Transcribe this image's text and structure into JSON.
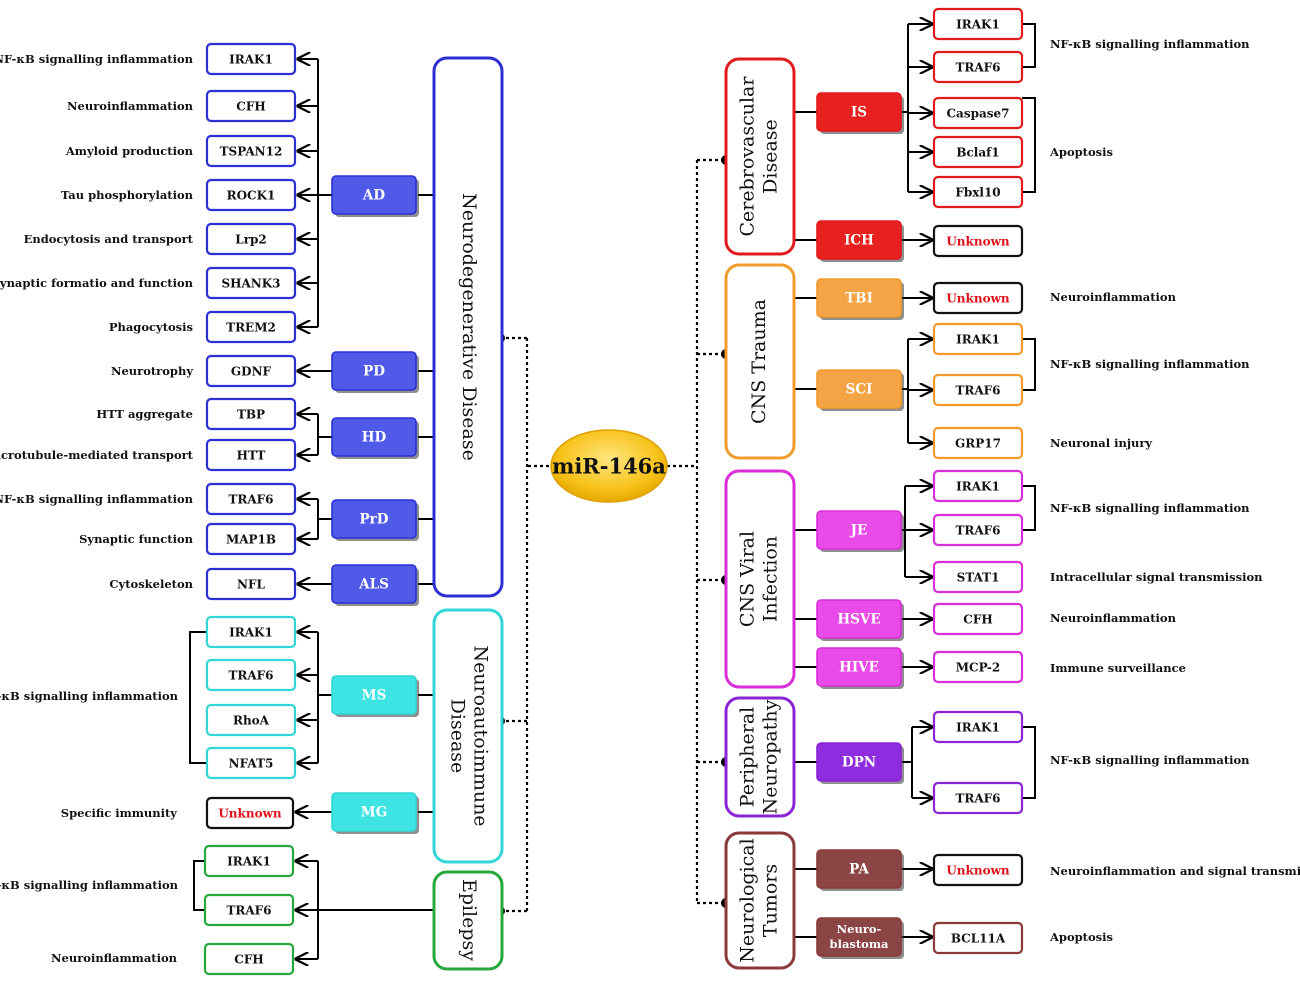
{
  "center": {
    "label": "miR-146a"
  },
  "colors": {
    "neuro": "#2b2fd4",
    "neuro_fill": "#4f5be8",
    "autoimmune": "#33d6d6",
    "autoimmune_fill": "#3ee4e4",
    "epilepsy": "#27a83c",
    "cerebrovascular": "#e01b1b",
    "cerebrovascular_fill": "#e82020",
    "trauma": "#f29b2c",
    "trauma_fill": "#f5a445",
    "viral": "#d82fd8",
    "viral_fill": "#e84be8",
    "peripheral": "#8a25d6",
    "peripheral_fill": "#8e2de0",
    "tumor": "#8b3a3a",
    "tumor_fill": "#8b4545",
    "unknown_text": "#e0101a"
  },
  "left": {
    "categories": [
      {
        "name": "Neurodegenerative Disease"
      },
      {
        "name": "Neuroautoimmune Disease"
      },
      {
        "name": "Epilepsy"
      }
    ],
    "diseases": [
      {
        "name": "AD"
      },
      {
        "name": "PD"
      },
      {
        "name": "HD"
      },
      {
        "name": "PrD"
      },
      {
        "name": "ALS"
      },
      {
        "name": "MS"
      },
      {
        "name": "MG"
      }
    ],
    "targets": [
      {
        "gene": "IRAK1",
        "effect": "NF-κB signalling inflammation"
      },
      {
        "gene": "CFH",
        "effect": "Neuroinflammation"
      },
      {
        "gene": "TSPAN12",
        "effect": "Amyloid production"
      },
      {
        "gene": "ROCK1",
        "effect": "Tau phosphorylation"
      },
      {
        "gene": "Lrp2",
        "effect": "Endocytosis and transport"
      },
      {
        "gene": "SHANK3",
        "effect": "Synaptic formatio and function"
      },
      {
        "gene": "TREM2",
        "effect": "Phagocytosis"
      },
      {
        "gene": "GDNF",
        "effect": "Neurotrophy"
      },
      {
        "gene": "TBP",
        "effect": "HTT aggregate"
      },
      {
        "gene": "HTT",
        "effect": "Microtubule-mediated transport"
      },
      {
        "gene": "TRAF6",
        "effect": "NF-κB signalling inflammation"
      },
      {
        "gene": "MAP1B",
        "effect": "Synaptic function"
      },
      {
        "gene": "NFL",
        "effect": "Cytoskeleton"
      },
      {
        "gene": "IRAK1",
        "effect": ""
      },
      {
        "gene": "TRAF6",
        "effect": "NF-κB signalling inflammation"
      },
      {
        "gene": "RhoA",
        "effect": ""
      },
      {
        "gene": "NFAT5",
        "effect": ""
      },
      {
        "gene": "Unknown",
        "effect": "Specific immunity"
      },
      {
        "gene": "IRAK1",
        "effect": ""
      },
      {
        "gene": "TRAF6",
        "effect": "NF-κB signalling inflammation"
      },
      {
        "gene": "CFH",
        "effect": "Neuroinflammation"
      }
    ]
  },
  "right": {
    "categories": [
      {
        "name_line1": "Cerebrovascular",
        "name_line2": "Disease"
      },
      {
        "name_line1": "CNS Trauma",
        "name_line2": ""
      },
      {
        "name_line1": "CNS Viral",
        "name_line2": "Infection"
      },
      {
        "name_line1": "Peripheral",
        "name_line2": "Neuropathy"
      },
      {
        "name_line1": "Neurological",
        "name_line2": "Tumors"
      }
    ],
    "diseases": [
      {
        "name": "IS"
      },
      {
        "name": "ICH"
      },
      {
        "name": "TBI"
      },
      {
        "name": "SCI"
      },
      {
        "name": "JE"
      },
      {
        "name": "HSVE"
      },
      {
        "name": "HIVE"
      },
      {
        "name": "DPN"
      },
      {
        "name": "PA"
      },
      {
        "name": "Neuro-",
        "name2": "blastoma"
      }
    ],
    "targets": [
      {
        "gene": "IRAK1"
      },
      {
        "gene": "TRAF6"
      },
      {
        "gene": "Caspase7"
      },
      {
        "gene": "Bclaf1"
      },
      {
        "gene": "Fbxl10"
      },
      {
        "gene": "Unknown"
      },
      {
        "gene": "Unknown"
      },
      {
        "gene": "IRAK1"
      },
      {
        "gene": "TRAF6"
      },
      {
        "gene": "GRP17"
      },
      {
        "gene": "IRAK1"
      },
      {
        "gene": "TRAF6"
      },
      {
        "gene": "STAT1"
      },
      {
        "gene": "CFH"
      },
      {
        "gene": "MCP-2"
      },
      {
        "gene": "IRAK1"
      },
      {
        "gene": "TRAF6"
      },
      {
        "gene": "Unknown"
      },
      {
        "gene": "BCL11A"
      }
    ],
    "effects": [
      {
        "text": "NF-κB signalling inflammation"
      },
      {
        "text": "Apoptosis"
      },
      {
        "text": "Neuroinflammation"
      },
      {
        "text": "NF-κB signalling inflammation"
      },
      {
        "text": "Neuronal injury"
      },
      {
        "text": "NF-κB signalling inflammation"
      },
      {
        "text": "Intracellular signal transmission"
      },
      {
        "text": "Neuroinflammation"
      },
      {
        "text": "Immune surveillance"
      },
      {
        "text": "NF-κB signalling inflammation"
      },
      {
        "text": "Neuroinflammation and signal transmission"
      },
      {
        "text": "Apoptosis"
      }
    ]
  }
}
